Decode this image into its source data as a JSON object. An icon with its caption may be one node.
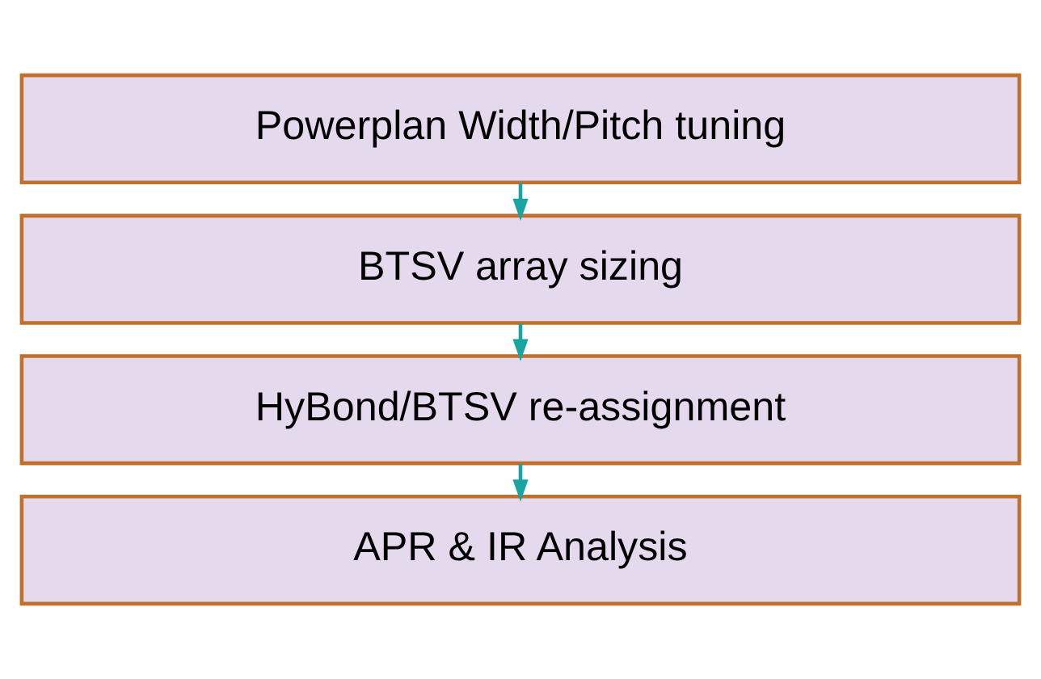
{
  "diagram": {
    "nodes": [
      {
        "text": [
          "Powerplan Width/Pitch tuning"
        ]
      },
      {
        "text": [
          "BTSV array sizing"
        ]
      },
      {
        "text": [
          "HyBond/BTSV re-assignment"
        ]
      },
      {
        "text": [
          "APR & IR Analysis"
        ]
      }
    ],
    "edges": [
      {
        "from": 0,
        "to": 1,
        "arrow": "to"
      },
      {
        "from": 1,
        "to": 2,
        "arrow": "to"
      },
      {
        "from": 2,
        "to": 3,
        "arrow": "to"
      }
    ]
  }
}
